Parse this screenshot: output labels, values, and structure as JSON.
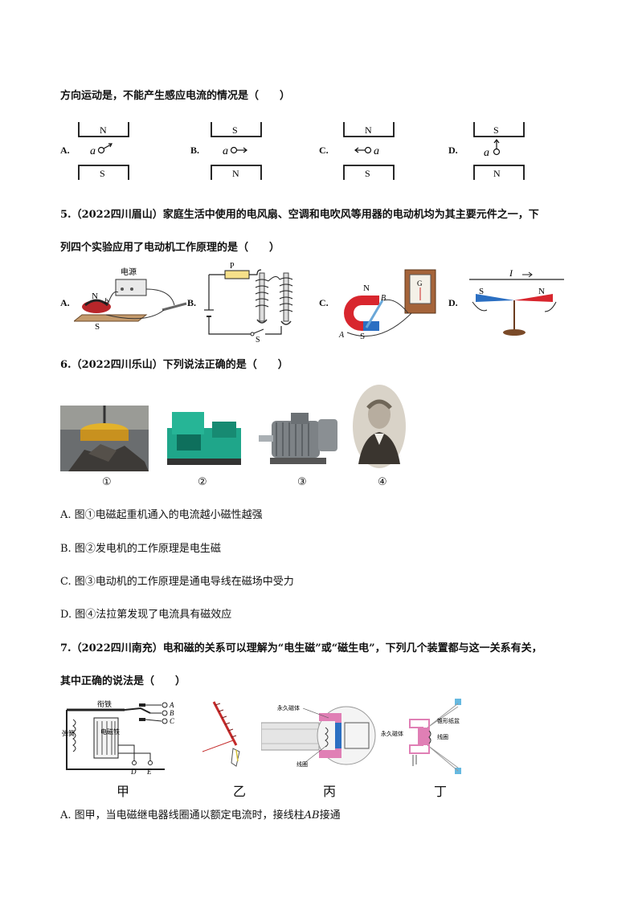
{
  "q4": {
    "stem_tail": "方向运动是，不能产生感应电流的情况是（　　）",
    "options": [
      {
        "label": "A.",
        "top_pole": "N",
        "bottom_pole": "S",
        "conductor": "a"
      },
      {
        "label": "B.",
        "top_pole": "S",
        "bottom_pole": "N",
        "conductor": "a"
      },
      {
        "label": "C.",
        "top_pole": "N",
        "bottom_pole": "S",
        "conductor": "a"
      },
      {
        "label": "D.",
        "top_pole": "S",
        "bottom_pole": "N",
        "conductor": "a"
      }
    ]
  },
  "q5": {
    "line1": "5.（2022四川眉山）家庭生活中使用的电风扇、空调和电吹风等用器的电动机均为其主要元件之一，下",
    "line2": "列四个实验应用了电动机工作原理的是（　　）",
    "options": [
      "A.",
      "B.",
      "C.",
      "D."
    ],
    "fig_a": {
      "power_label": "电源",
      "n": "N",
      "b": "b",
      "s": "S"
    },
    "fig_b": {
      "p": "P",
      "s": "S"
    },
    "fig_c": {
      "n": "N",
      "b": "B",
      "a": "A",
      "s": "S",
      "g": "G"
    },
    "fig_d": {
      "current": "I",
      "s": "S",
      "n": "N"
    }
  },
  "q6": {
    "stem": "6.（2022四川乐山）下列说法正确的是（　　）",
    "captions": [
      "①",
      "②",
      "③",
      "④"
    ],
    "options": [
      "A. 图①电磁起重机通入的电流越小磁性越强",
      "B. 图②发电机的工作原理是电生磁",
      "C. 图③电动机的工作原理是通电导线在磁场中受力",
      "D. 图④法拉第发现了电流具有磁效应"
    ]
  },
  "q7": {
    "line1": "7.（2022四川南充）电和磁的关系可以理解为“电生磁”或“磁生电”，下列几个装置都与这一关系有关，",
    "line2": "其中正确的说法是（　　）",
    "captions": [
      "甲",
      "乙",
      "丙",
      "丁"
    ],
    "fig_jia": {
      "armature": "衔铁",
      "spring": "弹簧",
      "coil": "电磁铁",
      "a": "A",
      "b": "B",
      "c": "C",
      "d": "D",
      "e": "E"
    },
    "fig_bing": {
      "magnet": "永久磁体",
      "coil": "线圈"
    },
    "fig_ding": {
      "magnet": "永久磁体",
      "cone": "锥形纸盆",
      "coil": "线圈"
    },
    "option_a_prefix": "A. 图甲，当电磁继电器线圈通以额定电流时，接线柱",
    "option_a_var": "AB",
    "option_a_suffix": "接通"
  },
  "colors": {
    "magnet_red": "#d8262e",
    "magnet_blue": "#2b6fc2",
    "pink": "#e07fb5",
    "green_gen": "#1fa68a"
  }
}
